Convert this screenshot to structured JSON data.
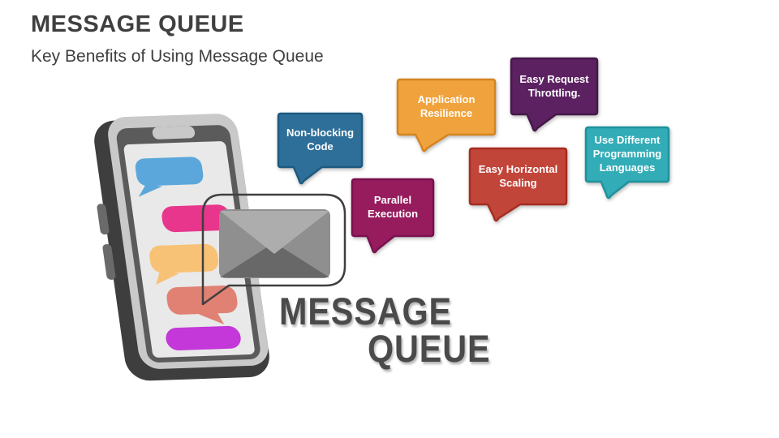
{
  "slide": {
    "title": "MESSAGE QUEUE",
    "subtitle": "Key Benefits of Using Message Queue",
    "watermark_line1": "MESSAGE",
    "watermark_line2": "QUEUE"
  },
  "colors": {
    "background": "#FFFFFF",
    "title_text": "#3F3F3F",
    "watermark_text": "#4A4A4A",
    "benefit_label_text": "#FFFFFF"
  },
  "benefits": [
    {
      "id": "non-blocking-code",
      "label": "Non-blocking Code",
      "fill": "#2E6F99",
      "border": "#1D5A80"
    },
    {
      "id": "application-resilience",
      "label": "Application Resilience",
      "fill": "#F0A33C",
      "border": "#D68420"
    },
    {
      "id": "easy-request-throttling",
      "label": "Easy Request Throttling.",
      "fill": "#5C2161",
      "border": "#451849"
    },
    {
      "id": "parallel-execution",
      "label": "Parallel Execution",
      "fill": "#971C5E",
      "border": "#7A1050"
    },
    {
      "id": "easy-horizontal-scaling",
      "label": "Easy Horizontal Scaling",
      "fill": "#C2453A",
      "border": "#A52D20"
    },
    {
      "id": "use-different-languages",
      "label": "Use Different Programming Languages",
      "fill": "#32ACB7",
      "border": "#1F929C"
    }
  ],
  "phone": {
    "body_color": "#3E3E3E",
    "frame_color": "#C9C9C9",
    "bezel_color": "#5B5B5B",
    "screen_color": "#E9E9E9",
    "button_color": "#6A6A6A",
    "chat_bubbles": [
      {
        "name": "chat-bubble-blue",
        "color": "#5BA7DB"
      },
      {
        "name": "chat-bubble-pink",
        "color": "#E8368C"
      },
      {
        "name": "chat-bubble-orange",
        "color": "#F8C276"
      },
      {
        "name": "chat-bubble-salmon",
        "color": "#E08173"
      },
      {
        "name": "chat-bubble-violet",
        "color": "#C437D9"
      }
    ]
  },
  "envelope": {
    "outline_color": "#3F3F3F",
    "base_color": "#8F8F8F",
    "flap_color": "#ADADAD",
    "bottom_color": "#686868",
    "edge_color": "#5A5A5A"
  }
}
